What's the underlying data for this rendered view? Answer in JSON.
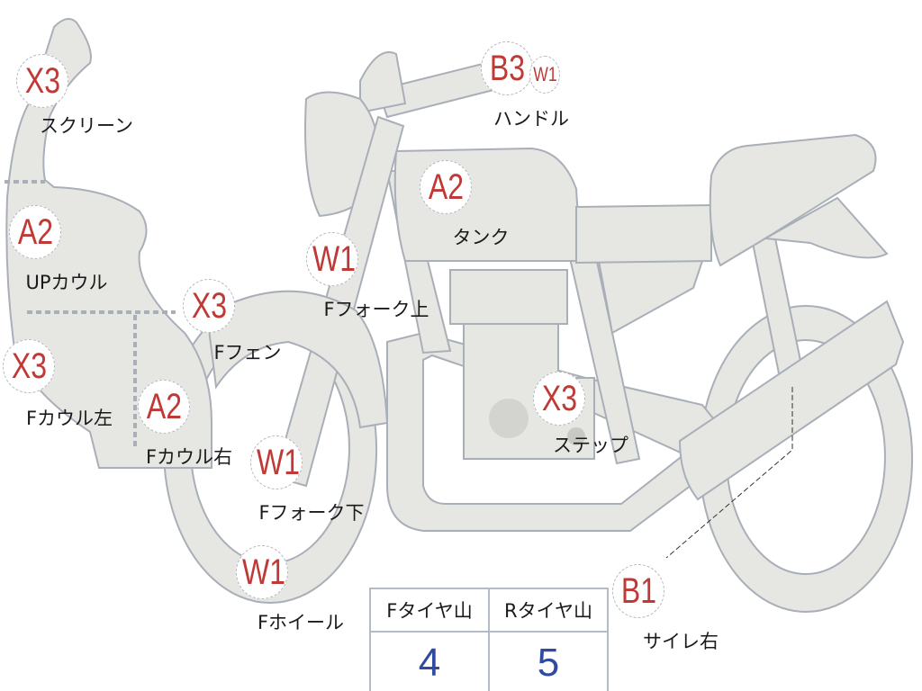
{
  "colors": {
    "part_fill": "#e6e6e3",
    "outline": "#a9afb8",
    "damage_code": "#bf3a36",
    "tire_value": "#2f4aa0"
  },
  "markers": [
    {
      "code": "X3",
      "label": "スクリーン"
    },
    {
      "code": "A2",
      "label": "UPカウル"
    },
    {
      "code": "X3",
      "label": "Fカウル左"
    },
    {
      "code": "A2",
      "label": "Fカウル右"
    },
    {
      "code": "X3",
      "label": "Fフェン"
    },
    {
      "code": "W1",
      "label": "Fフォーク上"
    },
    {
      "code": "W1",
      "label": "Fフォーク下"
    },
    {
      "code": "W1",
      "label": "Fホイール"
    },
    {
      "code": "A2",
      "label": "タンク"
    },
    {
      "code": "B3",
      "code2": "W1",
      "label": "ハンドル"
    },
    {
      "code": "X3",
      "label": "ステップ"
    },
    {
      "code": "B1",
      "label": "サイレ右"
    }
  ],
  "tire_table": {
    "headers": [
      "Fタイヤ山",
      "Rタイヤ山"
    ],
    "values": [
      "4",
      "5"
    ]
  }
}
